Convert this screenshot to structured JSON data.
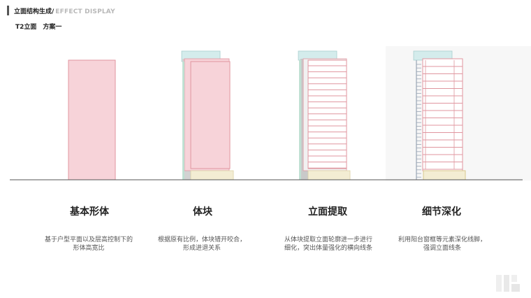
{
  "header": {
    "title_cn": "立面结构生成/",
    "title_en": "EFFECT DISPLAY"
  },
  "subtitle": "T2立面　方案一",
  "stages": [
    {
      "title": "基本形体",
      "description": "基于户型平面以及层高控制下的形体高宽比"
    },
    {
      "title": "体块",
      "description": "根据原有比例，体块错开咬合，形成进退关系"
    },
    {
      "title": "立面提取",
      "description": "从体块提取立面轮廓进一步进行细化，突出体量强化的横向线条"
    },
    {
      "title": "细节深化",
      "description": "利用阳台窗框等元素深化线脚，强调立面线条"
    }
  ],
  "colors": {
    "pink_fill": "#f7d3d9",
    "pink_line": "#e0969f",
    "teal_fill": "#d4ecec",
    "beige_fill": "#f3edd3",
    "gray_fill": "#c9c9c9",
    "ground_line": "#555555"
  }
}
